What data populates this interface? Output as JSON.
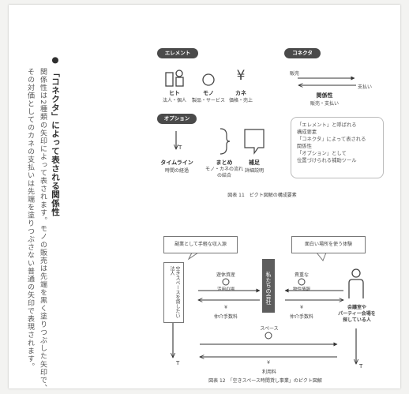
{
  "text_column": {
    "heading": "● 「コネクタ」によって表される関係性",
    "line1": "関係性は2種類の矢印によって表されます。モノの販売は先端を黒く塗りつぶした矢印で、",
    "line2": "その対価としてのカネの支払いは先端を塗りつぶさない普通の矢印で表現されます。"
  },
  "fig11": {
    "pill_element": "エレメント",
    "pill_connector": "コネクタ",
    "pill_option": "オプション",
    "hito_label": "ヒト",
    "hito_sub": "法人・個人",
    "mono_label": "モノ",
    "mono_sub": "製品・サービス",
    "kane_symbol": "¥",
    "kane_label": "カネ",
    "kane_sub": "価格・売上",
    "sale_label": "販売",
    "pay_label": "支払い",
    "relation_label": "関係性",
    "relation_sub": "販売・支払い",
    "timeline_symbol": "T",
    "timeline_label": "タイムライン",
    "timeline_sub": "時間の経過",
    "group_label": "まとめ",
    "group_sub": "モノ・カネの流れの結合",
    "supp_label": "補足",
    "supp_sub": "詳細説明",
    "note_line1": "「エレメント」と呼ばれる",
    "note_line2": "構成要素",
    "note_line3": "「コネクタ」によって表される",
    "note_line4": "関係性",
    "note_line5": "「オプション」として",
    "note_line6": "位置づけられる補助ツール",
    "caption": "図表 11　ピクト図解の構成要素"
  },
  "fig12": {
    "bubble_left": "副業として手軽な収入源",
    "bubble_right": "面白い場所を使う体験",
    "left_entity": "空きスペースを貸したい法人",
    "center_company": "私たちの会社",
    "asset_label": "遊休資産",
    "asset_sub": "活用の場",
    "valuable_label": "貴重な",
    "valuable_sub": "物件情報",
    "yen": "¥",
    "fee_left": "仲介手数料",
    "fee_right": "仲介手数料",
    "space_label": "スペース",
    "usage_fee": "利用料",
    "right_entity_1": "会議室や",
    "right_entity_2": "パーティー会場を",
    "right_entity_3": "探している人",
    "timeline_symbol": "T",
    "caption": "図表 12　「空きスペース時間貸し事業」のピクト図解"
  }
}
